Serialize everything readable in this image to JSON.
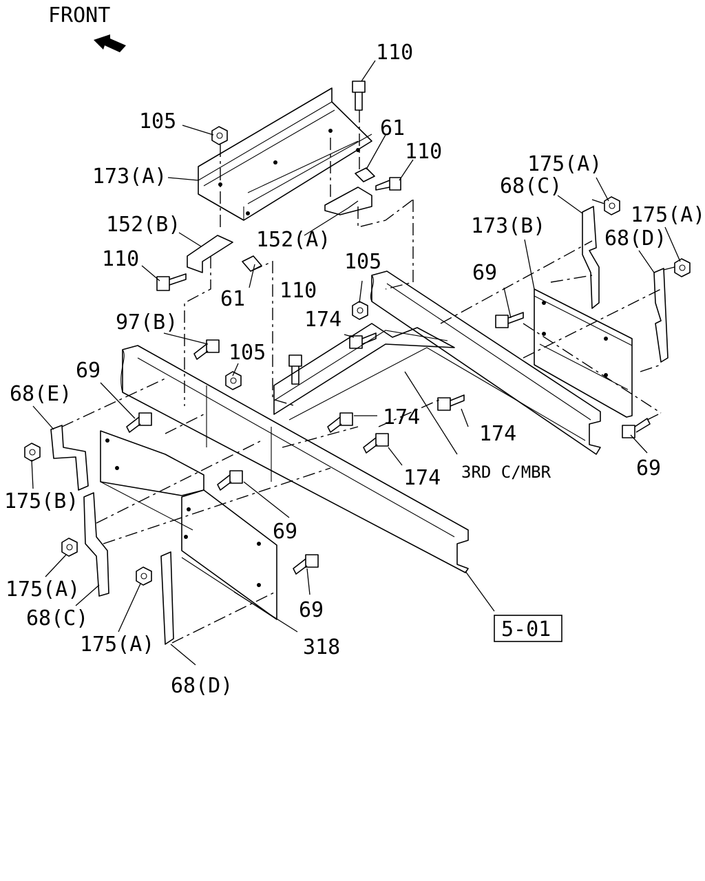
{
  "orientation": {
    "label": "FRONT"
  },
  "labels": {
    "l110_top": "110",
    "l105_top": "105",
    "l61_top": "61",
    "l110_right": "110",
    "l173a": "173(A)",
    "l152b": "152(B)",
    "l152a": "152(A)",
    "l110_left": "110",
    "l61_mid": "61",
    "l110_mid": "110",
    "l105_mid": "105",
    "l97b": "97(B)",
    "l105_low": "105",
    "l174_a": "174",
    "l174_b": "174",
    "l174_c": "174",
    "l174_d": "174",
    "l175a_r1": "175(A)",
    "l68c_r": "68(C)",
    "l175a_r2": "175(A)",
    "l68d_r": "68(D)",
    "l173b": "173(B)",
    "l69_r1": "69",
    "l69_r2": "69",
    "l69_l1": "69",
    "l68e": "68(E)",
    "l175b": "175(B)",
    "l69_c1": "69",
    "l69_c2": "69",
    "l175a_l1": "175(A)",
    "l68c_l": "68(C)",
    "l175a_l2": "175(A)",
    "l68d_l": "68(D)",
    "l318": "318",
    "l3rd": "3RD C/MBR",
    "ref": "5-01"
  }
}
